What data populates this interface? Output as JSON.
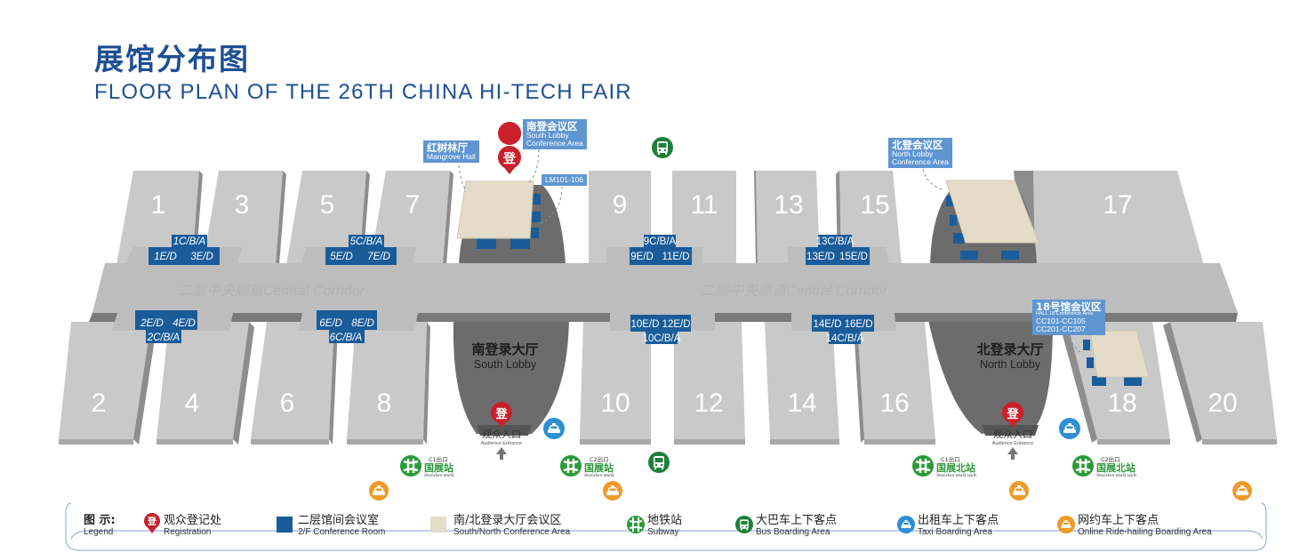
{
  "header": {
    "title_cn": "展馆分布图",
    "title_en": "FLOOR PLAN OF THE 26TH CHINA HI-TECH FAIR"
  },
  "halls": {
    "h1": "1",
    "h3": "3",
    "h5": "5",
    "h7": "7",
    "h9": "9",
    "h11": "11",
    "h13": "13",
    "h15": "15",
    "h17": "17",
    "h2": "2",
    "h4": "4",
    "h6": "6",
    "h8": "8",
    "h10": "10",
    "h12": "12",
    "h14": "14",
    "h16": "16",
    "h18": "18",
    "h20": "20"
  },
  "corridor": {
    "label_west": "二层中央廊道Central Corridor",
    "label_east": "二层中央廊道Central Corridor"
  },
  "conference_rooms": {
    "n1_top": "1C/B/A",
    "n1_bottom_left": "1E/D",
    "n1_bottom_right": "3E/D",
    "n5_top": "5C/B/A",
    "n5_bottom_left": "5E/D",
    "n5_bottom_right": "7E/D",
    "n9_top": "9C/B/A",
    "n9_bottom_left": "9E/D",
    "n9_bottom_right": "11E/D",
    "n13_top": "13C/B/A",
    "n13_bottom_left": "13E/D",
    "n13_bottom_right": "15E/D",
    "s2_top_left": "2E/D",
    "s2_top_right": "4E/D",
    "s2_bottom": "2C/B/A",
    "s6_top_left": "6E/D",
    "s6_top_right": "8E/D",
    "s6_bottom": "6C/B/A",
    "s10_top_left": "10E/D",
    "s10_top_right": "12E/D",
    "s10_bottom": "10C/B/A",
    "s14_top_left": "14E/D",
    "s14_top_right": "16E/D",
    "s14_bottom": "14C/B/A"
  },
  "lobbies": {
    "south_cn": "南登录大厅",
    "south_en": "South Lobby",
    "north_cn": "北登录大厅",
    "north_en": "North Lobby"
  },
  "callouts": {
    "mangrove_cn": "红树林厅",
    "mangrove_en": "Mangrove Hall",
    "south_conf_cn": "南登会议区",
    "south_conf_en1": "South Lobby",
    "south_conf_en2": "Conference Area",
    "lm_rooms": "LM101-106",
    "north_conf_cn": "北登会议区",
    "north_conf_en1": "North Lobby",
    "north_conf_en2": "Conference Area",
    "hall18_cn": "18号馆会议区",
    "hall18_en": "HALL 18 Conference Area",
    "hall18_rooms1": "CC101-CC105",
    "hall18_rooms2": "CC201-CC207"
  },
  "markers": {
    "registration_glyph": "登",
    "entrance_cn": "观众入口",
    "entrance_en": "Audience Entrance"
  },
  "metro": {
    "south_c1_exit": "C1出口",
    "south_c2_exit": "C2出口",
    "south_name_cn": "国展站",
    "south_name_en": "Shenzhen World",
    "north_c1_exit": "C1出口",
    "north_c2_exit": "C2出口",
    "north_name_cn": "国展北站",
    "north_name_en": "Shenzhen World North"
  },
  "legend": {
    "title_cn": "图 示:",
    "title_en": "Legend",
    "items": [
      {
        "icon": "registration-pin-icon",
        "cn": "观众登记处",
        "en": "Registration"
      },
      {
        "icon": "conference-room-swatch",
        "cn": "二层馆间会议室",
        "en": "2/F Conference Room"
      },
      {
        "icon": "lobby-conference-swatch",
        "cn": "南/北登录大厅会议区",
        "en": "South/North Conference Area"
      },
      {
        "icon": "subway-icon",
        "cn": "地铁站",
        "en": "Subway"
      },
      {
        "icon": "bus-icon",
        "cn": "大巴车上下客点",
        "en": "Bus Boarding Area"
      },
      {
        "icon": "taxi-icon",
        "cn": "出租车上下客点",
        "en": "Taxi Boarding Area"
      },
      {
        "icon": "ride-hailing-icon",
        "cn": "网约车上下客点",
        "en": "Online Ride-hailing Boarding Area"
      }
    ]
  },
  "colors": {
    "title_blue": "#1d4f94",
    "hall_gray": "#c8c8c8",
    "conference_blue": "#1a5c9a",
    "lobby_conf_beige": "#e4dcc8",
    "registration_red": "#c9202b",
    "subway_green": "#2d9a3a",
    "bus_green": "#1f7f3a",
    "taxi_blue": "#2e8fd3",
    "ridehail_orange": "#ee9a2a",
    "callout_blue": "#5f96d1"
  }
}
